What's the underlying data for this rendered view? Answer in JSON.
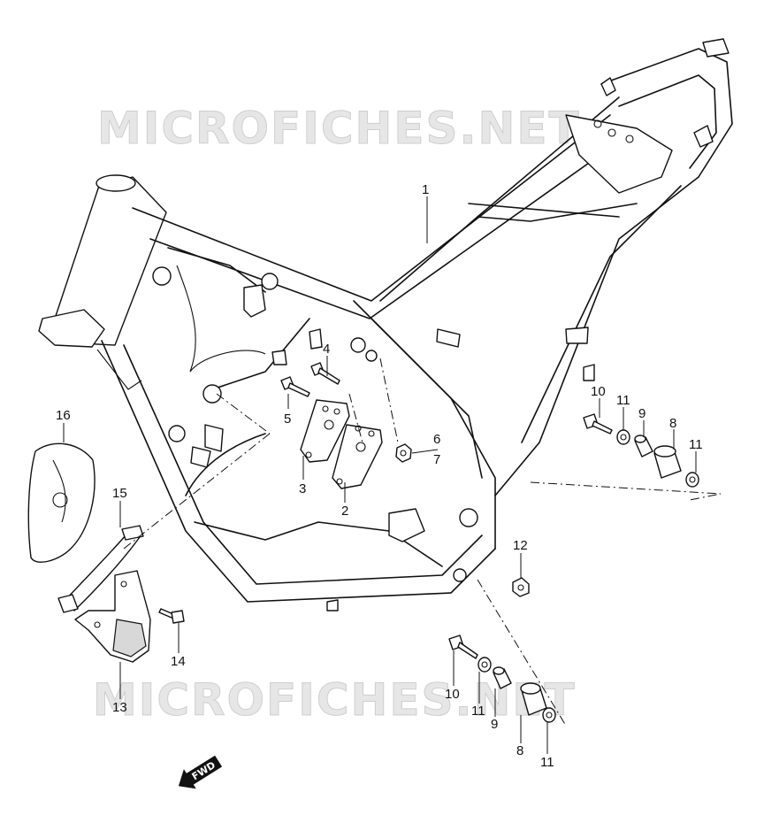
{
  "watermark": {
    "top": "MICROFICHES.NET",
    "bottom": "MICROFICHES.NET"
  },
  "fwd_label": "FWD",
  "callouts": {
    "c1": "1",
    "c2": "2",
    "c3": "3",
    "c4": "4",
    "c5": "5",
    "c6": "6",
    "c7": "7",
    "c8a": "8",
    "c8b": "8",
    "c9a": "9",
    "c9b": "9",
    "c10a": "10",
    "c10b": "10",
    "c11a": "11",
    "c11b": "11",
    "c11c": "11",
    "c11d": "11",
    "c12": "12",
    "c13": "13",
    "c14": "14",
    "c15": "15",
    "c16": "16"
  }
}
